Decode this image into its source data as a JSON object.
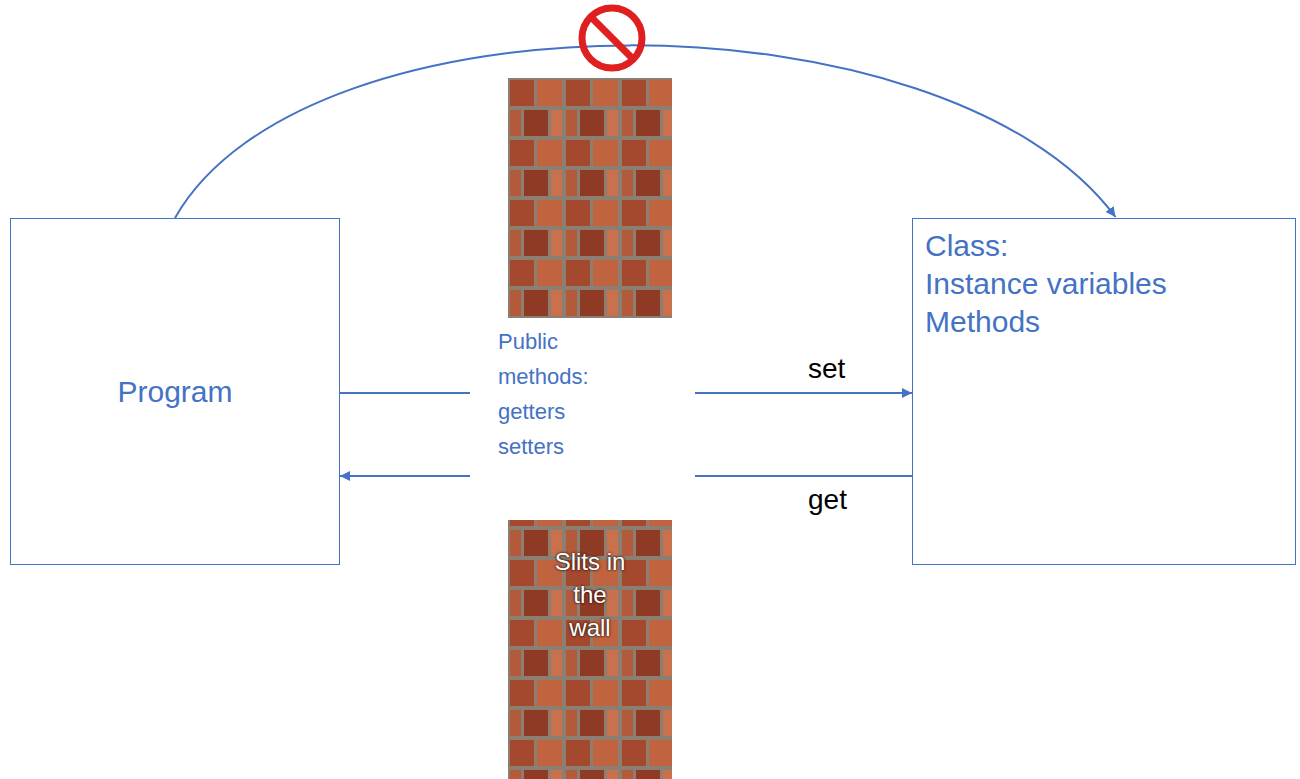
{
  "diagram": {
    "nodes": [
      {
        "text": [
          "Program"
        ]
      },
      {
        "text": [
          "Class:",
          "Instance variables Methods"
        ]
      }
    ],
    "edges": [
      {
        "from": 0,
        "to": 1,
        "arrow": "to"
      },
      {
        "from": 0,
        "to": 1,
        "label": "set",
        "arrow": "to"
      },
      {
        "from": 1,
        "to": 0,
        "label": "get",
        "arrow": "to"
      }
    ],
    "labels": [
      "Public methods: getters setters",
      "Slits in the wall"
    ]
  }
}
